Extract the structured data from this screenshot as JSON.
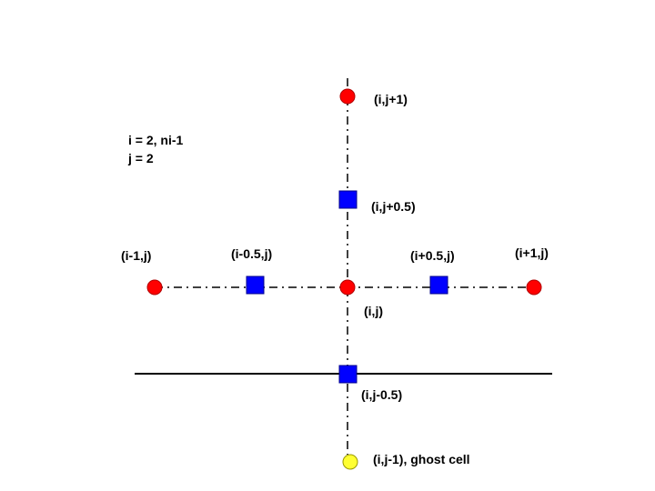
{
  "colors": {
    "interior_node": "#ff0000",
    "face_node": "#0000ff",
    "ghost_node": "#ffff33",
    "lines": "#000000"
  },
  "annotation": {
    "index_range_i": "i = 2, ni-1",
    "index_range_j": "j = 2"
  },
  "labels": {
    "i_j_plus_1": "(i,j+1)",
    "i_j_plus_half": "(i,j+0.5)",
    "i_minus_1_j": "(i-1,j)",
    "i_minus_half_j": "(i-0.5,j)",
    "i_plus_half_j": "(i+0.5,j)",
    "i_plus_1_j": "(i+1,j)",
    "i_j": "(i,j)",
    "i_j_minus_half": "(i,j-0.5)",
    "i_j_minus_1": "(i,j-1), ghost cell"
  }
}
